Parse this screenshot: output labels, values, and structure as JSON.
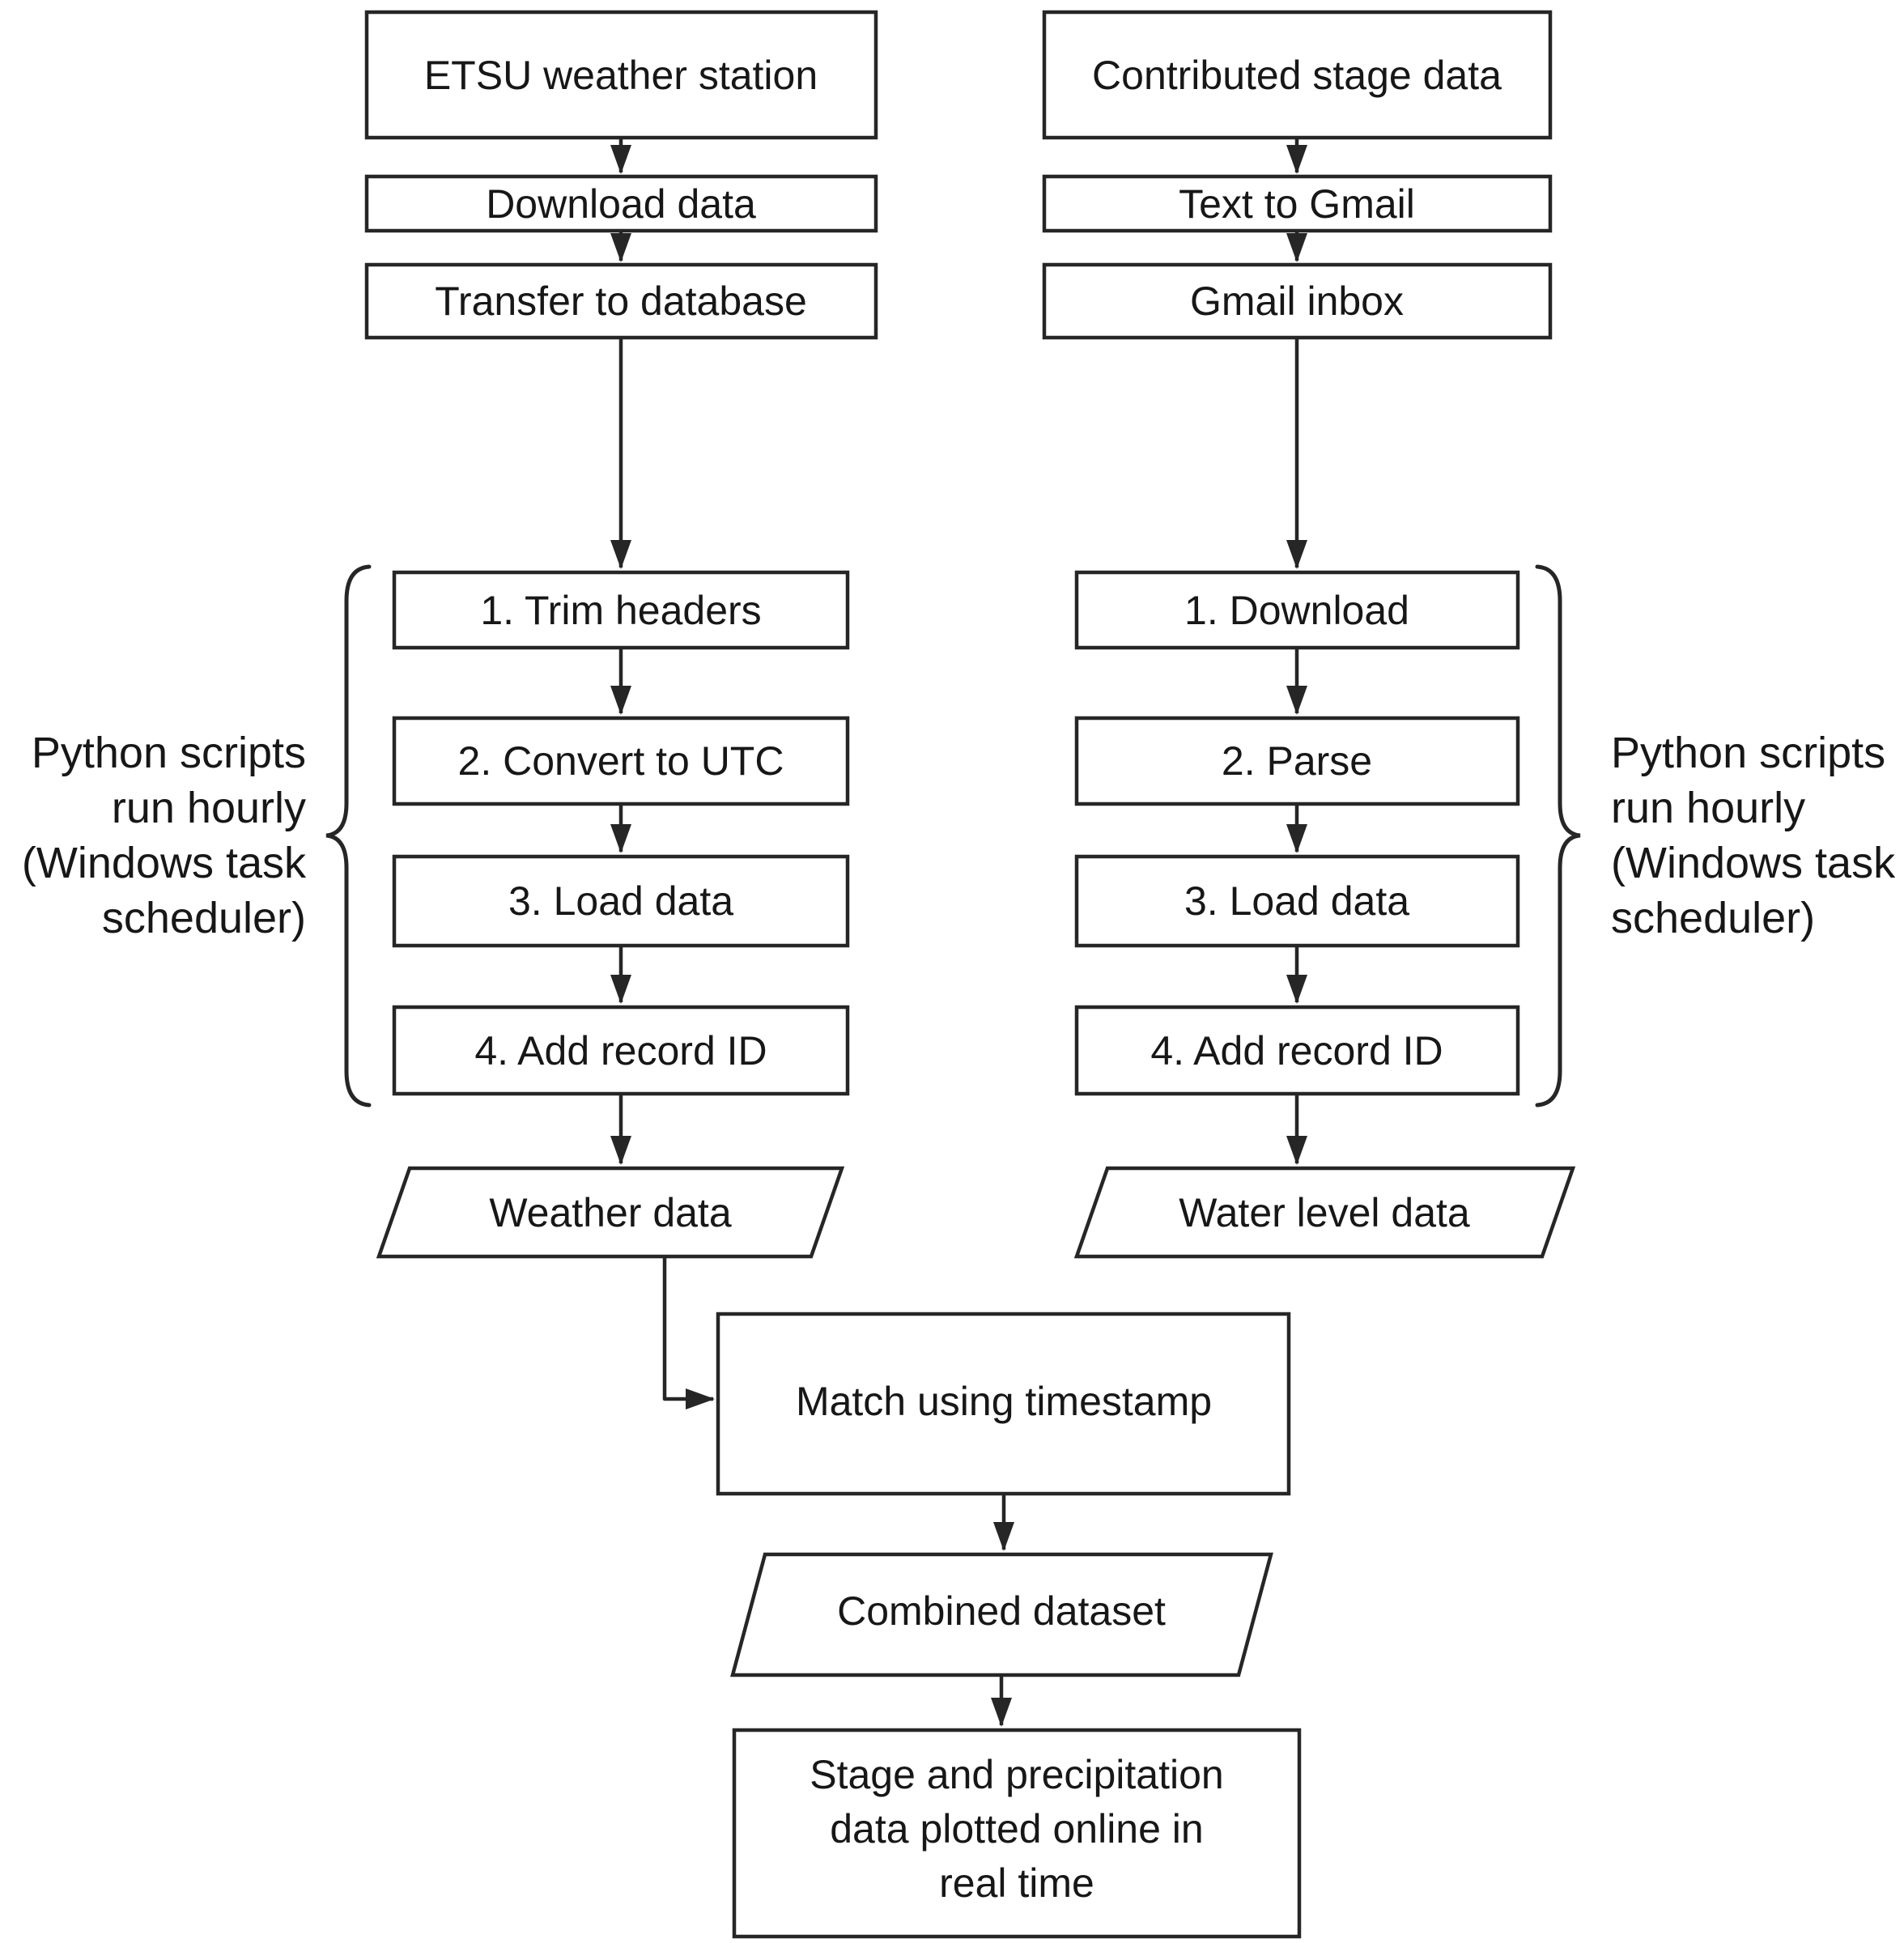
{
  "colors": {
    "line": "#262626",
    "text": "#171717",
    "fill": "#ffffff",
    "bg": "#ffffff"
  },
  "left_flow": {
    "source": "ETSU weather station",
    "step_download": "Download data",
    "step_transfer": "Transfer to database",
    "numbered": [
      "1. Trim headers",
      "2. Convert to UTC",
      "3. Load data",
      "4. Add record ID"
    ],
    "output": "Weather data"
  },
  "right_flow": {
    "source": "Contributed stage data",
    "step_text_to_gmail": "Text to Gmail",
    "step_gmail_inbox": "Gmail inbox",
    "numbered": [
      "1. Download",
      "2. Parse",
      "3. Load data",
      "4. Add record ID"
    ],
    "output": "Water level data"
  },
  "merge_flow": {
    "match": "Match using timestamp",
    "combined": "Combined dataset",
    "final_lines": [
      "Stage and precipitation",
      "data plotted online in",
      "real time"
    ]
  },
  "annotations": {
    "left_label_lines": [
      "Python scripts",
      "run hourly",
      "(Windows task",
      "scheduler)"
    ],
    "right_label_lines": [
      "Python scripts",
      "run hourly",
      "(Windows task",
      "scheduler)"
    ]
  }
}
